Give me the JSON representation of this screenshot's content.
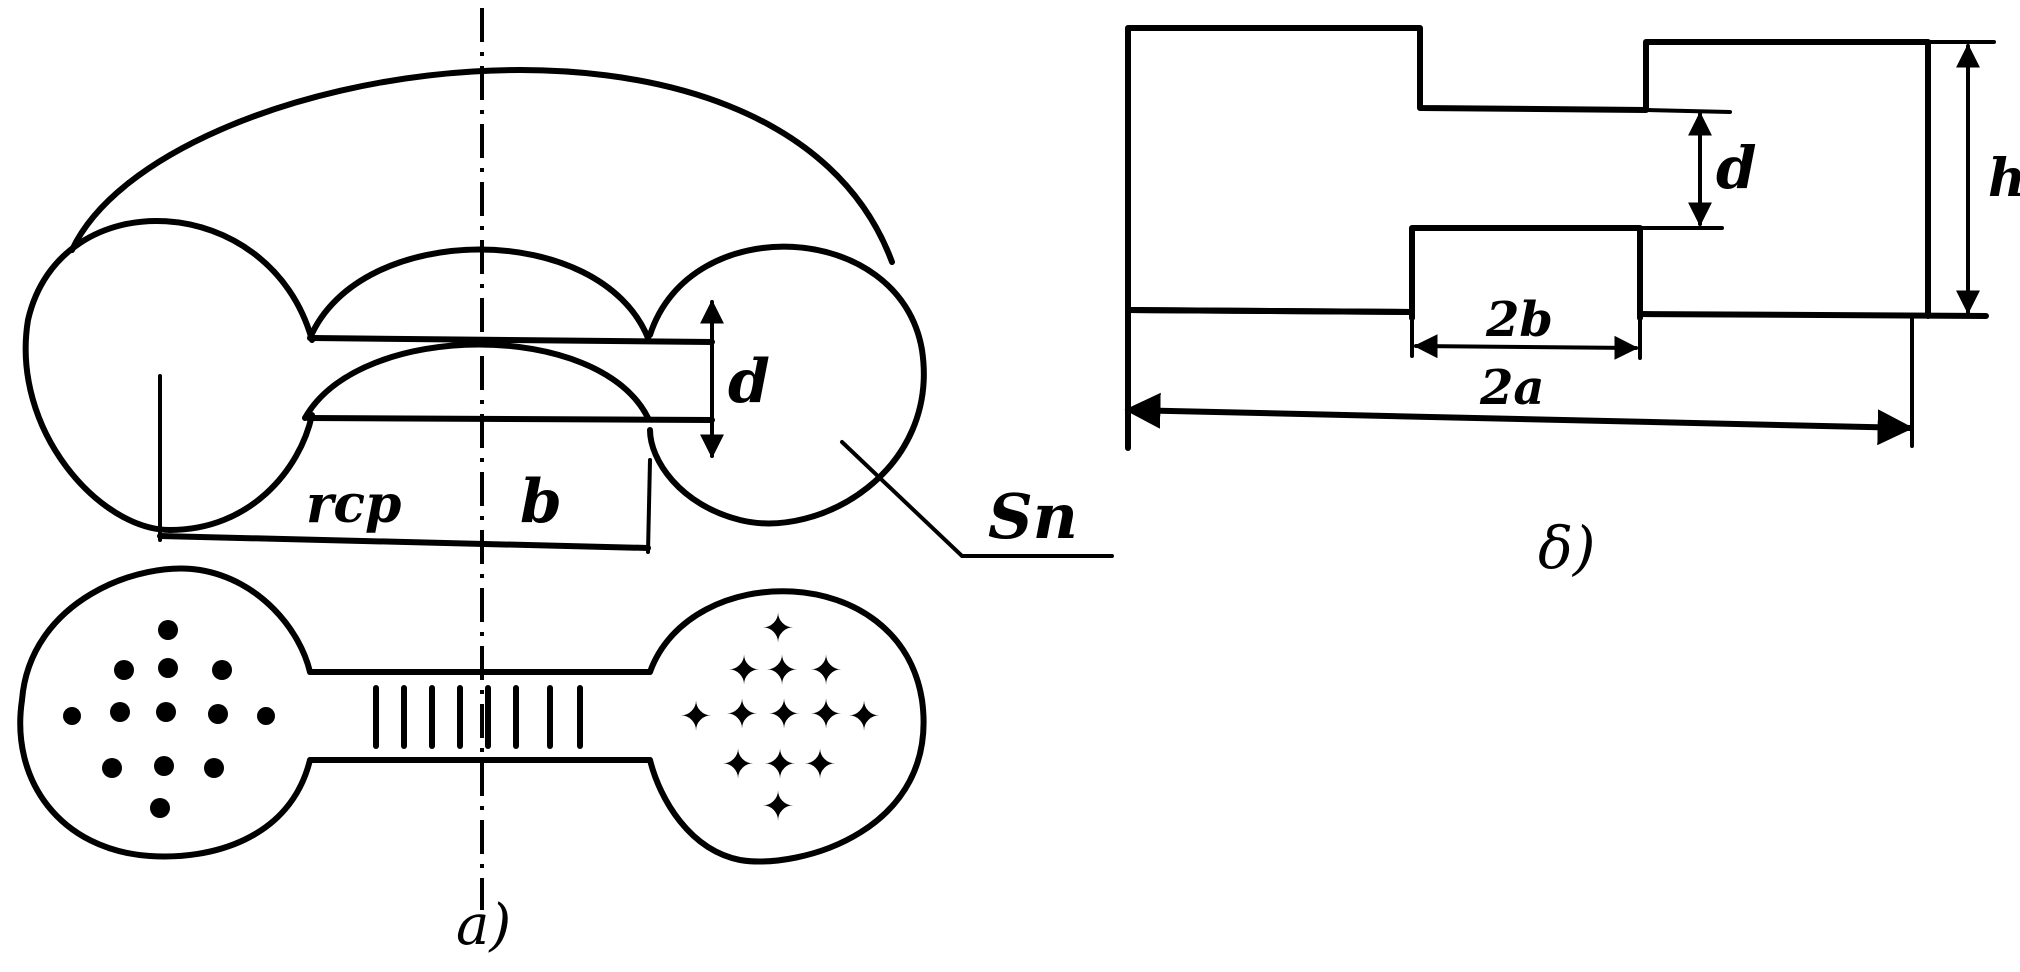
{
  "panel_a": {
    "labels": {
      "d": "d",
      "r": "rcp",
      "b": "b",
      "n": "Sn"
    },
    "caption": "a)"
  },
  "panel_b": {
    "labels": {
      "d": "d",
      "h": "h",
      "two_b": "2b",
      "two_a": "2a"
    },
    "caption": "δ)"
  }
}
